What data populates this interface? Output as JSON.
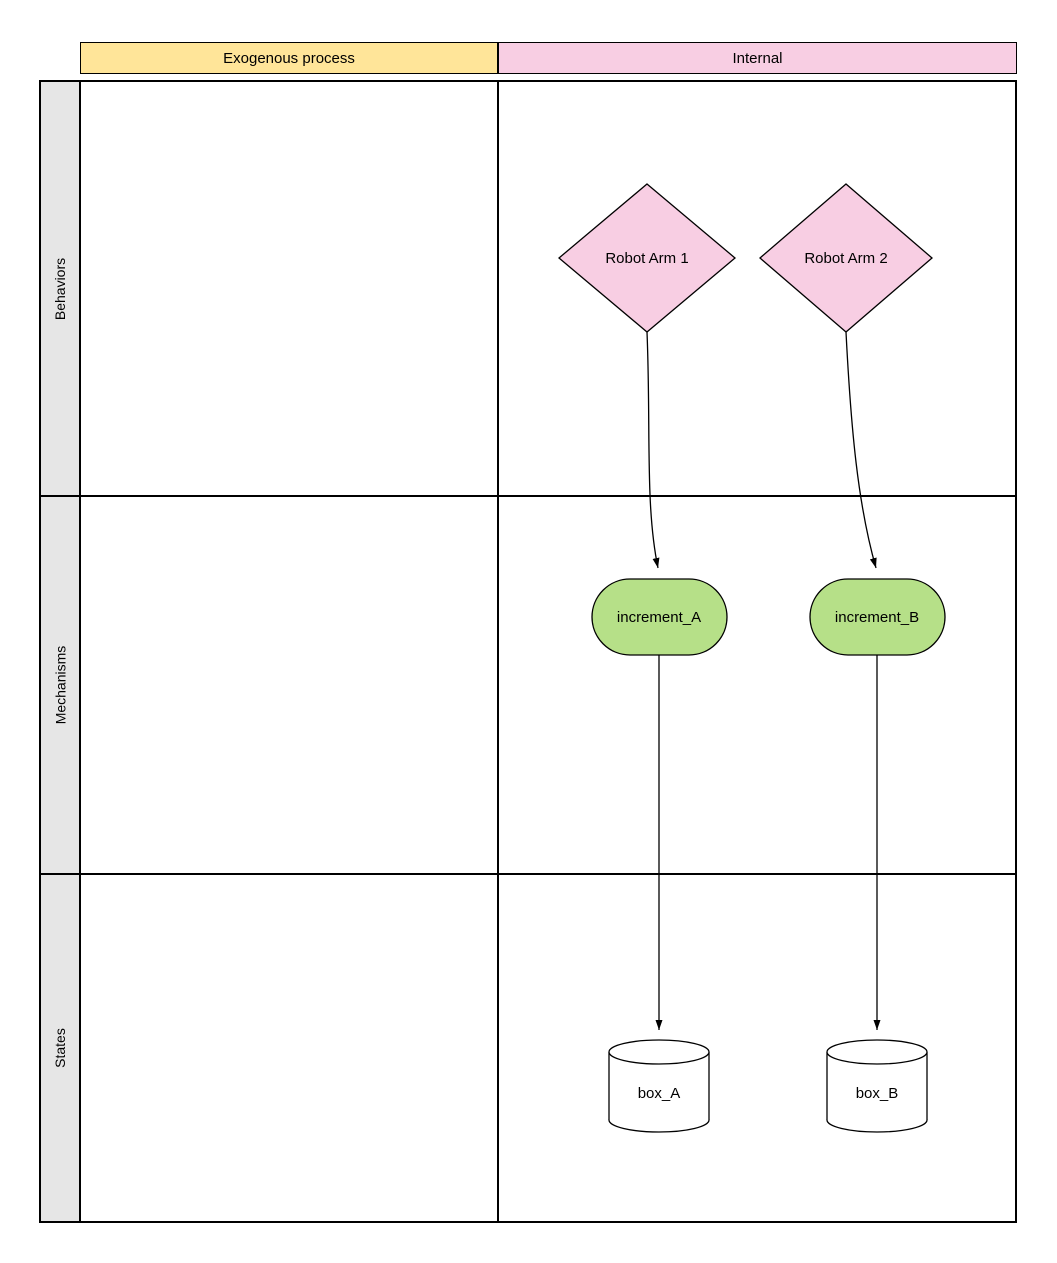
{
  "headers": {
    "exogenous": "Exogenous process",
    "internal": "Internal"
  },
  "lanes": {
    "behaviors": "Behaviors",
    "mechanisms": "Mechanisms",
    "states": "States"
  },
  "nodes": {
    "robot_arm_1": "Robot Arm 1",
    "robot_arm_2": "Robot Arm 2",
    "increment_a": "increment_A",
    "increment_b": "increment_B",
    "box_a": "box_A",
    "box_b": "box_B"
  },
  "edges": [
    {
      "from": "Robot Arm 1",
      "to": "increment_A"
    },
    {
      "from": "Robot Arm 2",
      "to": "increment_B"
    },
    {
      "from": "increment_A",
      "to": "box_A"
    },
    {
      "from": "increment_B",
      "to": "box_B"
    }
  ],
  "colors": {
    "header_yellow": "#ffe599",
    "header_pink": "#f8cee3",
    "diamond_pink": "#f8cee3",
    "stadium_green": "#b6e088",
    "cylinder_white": "#ffffff",
    "lane_label_gray": "#e6e6e6",
    "stroke": "#000000"
  }
}
